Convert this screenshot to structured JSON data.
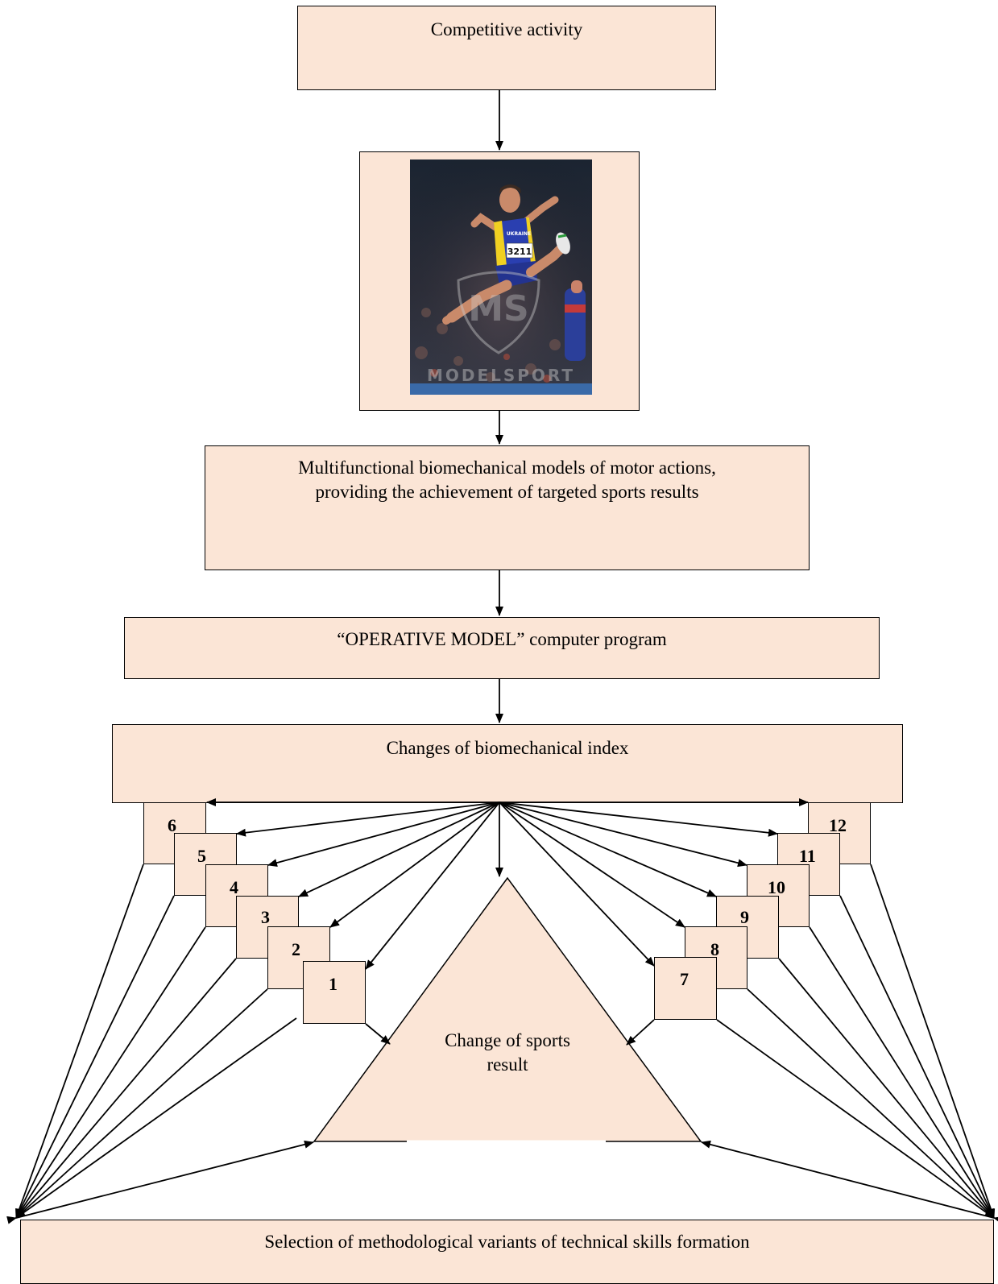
{
  "nodes": {
    "competitive_activity": "Competitive activity",
    "models_line1": "Multifunctional biomechanical models of motor actions,",
    "models_line2": "providing the achievement of targeted sports results",
    "program": "“OPERATIVE MODEL” computer program",
    "changes_index": "Changes of biomechanical index",
    "sports_result_line1": "Change of sports",
    "sports_result_line2": "result",
    "selection": "Selection of methodological variants of technical skills formation"
  },
  "photo": {
    "bib_number": "3211",
    "country_text": "UKRAINE",
    "watermark": "MS",
    "watermark_text": "MODELSPORT"
  },
  "index_boxes": {
    "left": [
      "6",
      "5",
      "4",
      "3",
      "2",
      "1"
    ],
    "right": [
      "12",
      "11",
      "10",
      "9",
      "8",
      "7"
    ]
  },
  "colors": {
    "box_fill": "#fbe5d6",
    "stroke": "#000000"
  }
}
